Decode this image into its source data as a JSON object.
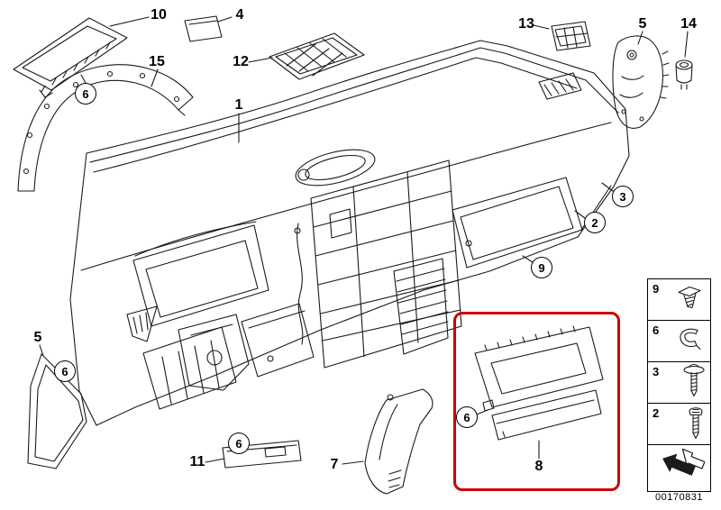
{
  "drawing": {
    "number": "00170831",
    "highlight_color": "#cc0000",
    "description": "Trim panel instrument panel exploded-parts diagram"
  },
  "part_labels": {
    "p10": "10",
    "p4": "4",
    "p15": "15",
    "p12": "12",
    "p1": "1",
    "p13": "13",
    "p5_top": "5",
    "p14": "14",
    "p5_left": "5",
    "p11": "11",
    "p7": "7",
    "p8": "8"
  },
  "callouts": {
    "c6_top": "6",
    "c3": "3",
    "c2": "2",
    "c9": "9",
    "c6_left": "6",
    "c6_mid": "6",
    "c6_highlight": "6"
  },
  "legend": {
    "items": [
      {
        "number": "9",
        "icon": "expanding-clip-icon"
      },
      {
        "number": "6",
        "icon": "spring-clip-icon"
      },
      {
        "number": "3",
        "icon": "washer-screw-icon"
      },
      {
        "number": "2",
        "icon": "torx-screw-icon"
      }
    ],
    "arrow_icon": "direction-arrow-icon"
  }
}
